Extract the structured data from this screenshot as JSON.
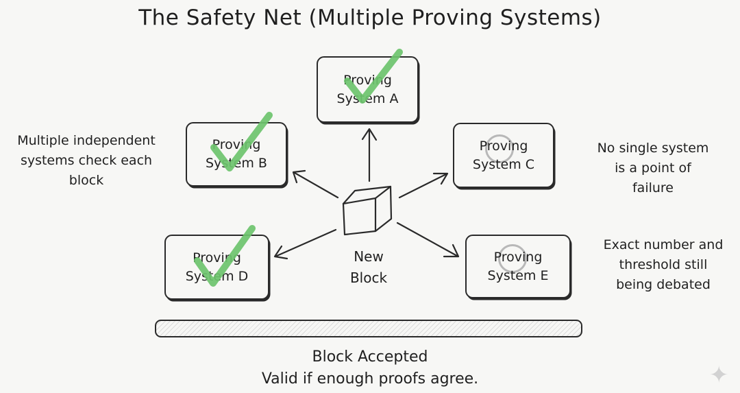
{
  "title": "The Safety Net (Multiple Proving Systems)",
  "systems": [
    {
      "id": "A",
      "line1": "Proving",
      "line2": "System A",
      "status": "check"
    },
    {
      "id": "B",
      "line1": "Proving",
      "line2": "System B",
      "status": "check"
    },
    {
      "id": "C",
      "line1": "Proving",
      "line2": "System C",
      "status": "pending"
    },
    {
      "id": "D",
      "line1": "Proving",
      "line2": "System D",
      "status": "check"
    },
    {
      "id": "E",
      "line1": "Proving",
      "line2": "System E",
      "status": "pending"
    }
  ],
  "center": {
    "line1": "New",
    "line2": "Block"
  },
  "notes": {
    "left": [
      "Multiple independent",
      "systems check each",
      "block"
    ],
    "right_top": [
      "No single system",
      "is a point of",
      "failure"
    ],
    "right_bottom": [
      "Exact number and",
      "threshold still",
      "being debated"
    ]
  },
  "footer": {
    "line1": "Block Accepted",
    "line2": "Valid if enough proofs agree."
  },
  "colors": {
    "check": "#6cc36c",
    "pending": "#b8b8b8",
    "ink": "#2a2a2a"
  },
  "icons": {
    "check": "check-icon",
    "pending": "pending-circle-icon",
    "block": "cube-icon",
    "logo": "sparkle-icon"
  }
}
